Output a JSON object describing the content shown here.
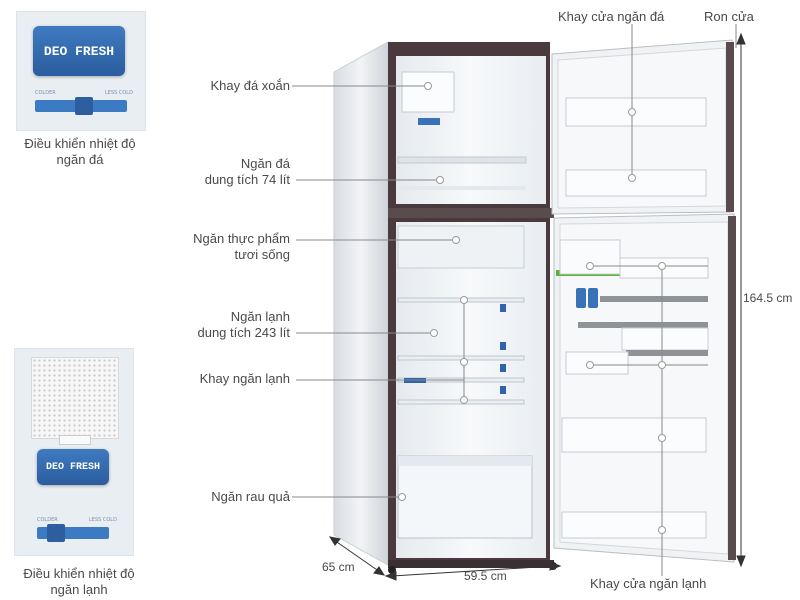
{
  "brand_badge": "DEO FRESH",
  "callouts_left": {
    "ice_twist": "Khay đá xoắn",
    "freezer_line1": "Ngăn đá",
    "freezer_line2": "dung tích 74 lít",
    "fresh_line1": "Ngăn thực phẩm",
    "fresh_line2": "tươi sống",
    "fridge_line1": "Ngăn lạnh",
    "fridge_line2": "dung tích 243 lít",
    "fridge_tray": "Khay ngăn lạnh",
    "veg": "Ngăn rau quả"
  },
  "callouts_right": {
    "ice_door_tray": "Khay cửa ngăn đá",
    "gasket": "Ron cửa",
    "fridge_door_tray": "Khay cửa ngăn lạnh"
  },
  "dimensions": {
    "height": "164.5 cm",
    "width": "59.5 cm",
    "depth": "65 cm"
  },
  "thumbnails": {
    "freezer_control_line1": "Điều khiển nhiệt độ",
    "freezer_control_line2": "ngăn đá",
    "fridge_control_line1": "Điều khiển nhiệt độ",
    "fridge_control_line2": "ngăn lạnh",
    "scale_left": "COLDER",
    "scale_right": "LESS COLD"
  },
  "colors": {
    "badge_blue": "#3a72b8",
    "cabinet_frame": "#4a3a3e",
    "callout_line": "#888888",
    "liner": "#f3f5f7"
  }
}
